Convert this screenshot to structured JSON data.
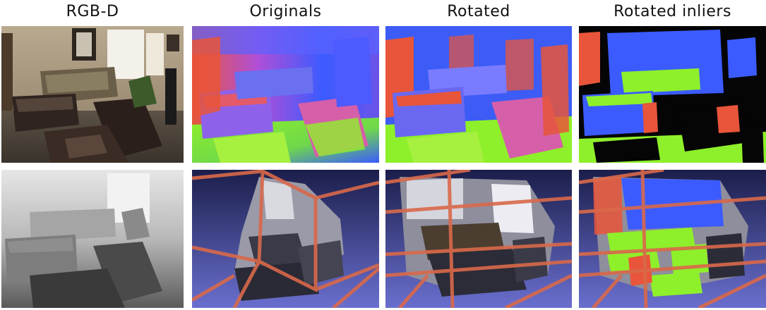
{
  "titles": {
    "col1": "RGB-D",
    "col2": "Originals",
    "col3": "Rotated",
    "col4": "Rotated inliers"
  },
  "colors": {
    "normal_red": "#e8553a",
    "normal_green": "#8ef02a",
    "normal_blue": "#3b5bff",
    "normal_magenta": "#b04fd8",
    "room_box_orange": "#d9694a",
    "pointcloud_bg": "#3a3f8c",
    "depth_light": "#e6e6e6",
    "depth_dark": "#3a3a3a",
    "inlier_black": "#050505"
  }
}
